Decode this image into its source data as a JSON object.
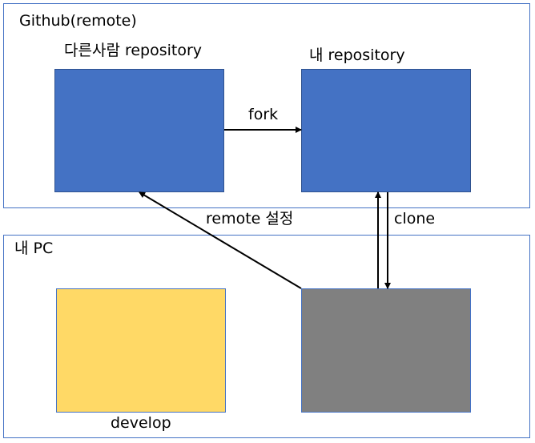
{
  "remote": {
    "title": "Github(remote)",
    "other_repo_label": "다른사람 repository",
    "my_repo_label": "내 repository"
  },
  "local": {
    "title": "내 PC",
    "develop_label": "develop"
  },
  "edges": {
    "fork": "fork",
    "remote_setting": "remote 설정",
    "clone": "clone"
  },
  "colors": {
    "region_border": "#4472c4",
    "repo_fill": "#4472c4",
    "repo_border": "#2f528f",
    "develop_fill": "#ffd966",
    "develop_border": "#4472c4",
    "local_repo_fill": "#808080",
    "local_repo_border": "#4472c4",
    "arrow": "#000000"
  }
}
